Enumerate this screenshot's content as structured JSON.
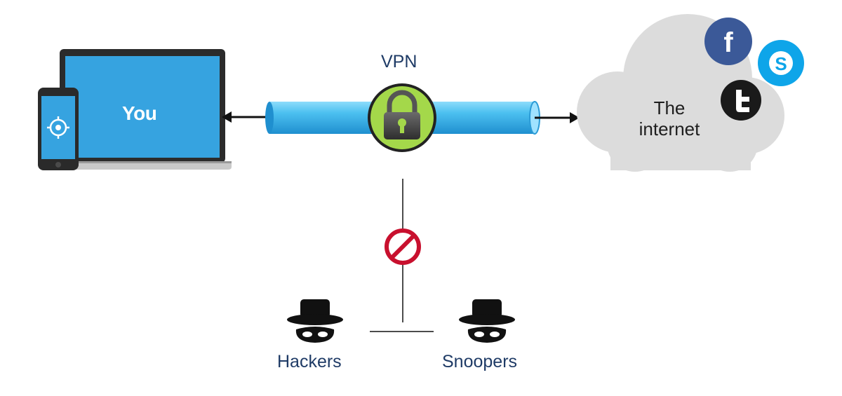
{
  "labels": {
    "vpn": "VPN",
    "you": "You",
    "internet_line1": "The",
    "internet_line2": "internet",
    "hackers": "Hackers",
    "snoopers": "Snoopers"
  },
  "colors": {
    "screen_blue": "#36a3e0",
    "tunnel_blue": "#3eb6ec",
    "lock_green": "#a4d84a",
    "cloud_grey": "#dcdcdc",
    "block_red": "#c8102e",
    "label_navy": "#1f3b66"
  },
  "icons": [
    "laptop-icon",
    "phone-icon",
    "lock-icon",
    "cloud-icon",
    "facebook-icon",
    "skype-icon",
    "twitter-icon",
    "prohibited-icon",
    "spy-icon"
  ]
}
